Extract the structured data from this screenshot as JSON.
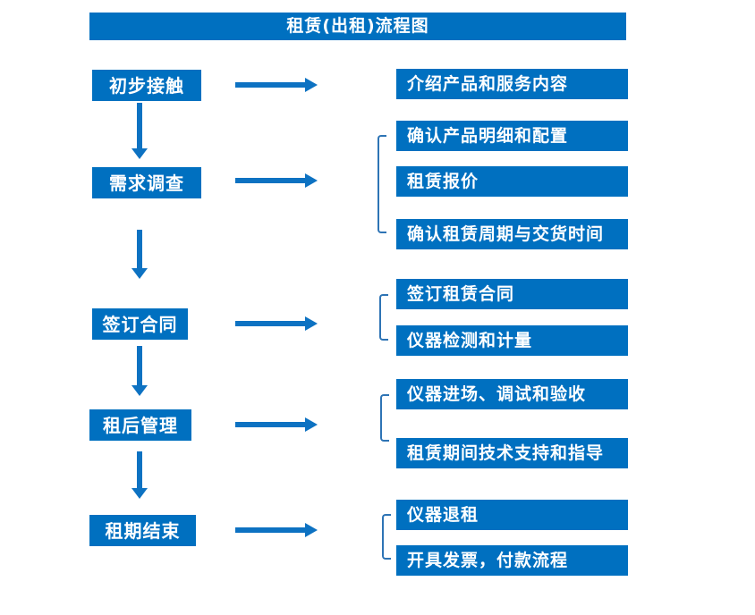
{
  "title": "租赁(出租)流程图",
  "colors": {
    "box_blue": "#0070C0",
    "arrow_blue": "#0d72c2",
    "bracket_blue": "#2e74b5",
    "text_white": "#ffffff"
  },
  "steps": [
    {
      "label": "初步接触",
      "details": [
        "介绍产品和服务内容"
      ]
    },
    {
      "label": "需求调查",
      "details": [
        "确认产品明细和配置",
        "租赁报价",
        "确认租赁周期与交货时间"
      ]
    },
    {
      "label": "签订合同",
      "details": [
        "签订租赁合同",
        "仪器检测和计量"
      ]
    },
    {
      "label": "租后管理",
      "details": [
        "仪器进场、调试和验收",
        "租赁期间技术支持和指导"
      ]
    },
    {
      "label": "租期结束",
      "details": [
        "仪器退租",
        "开具发票，付款流程"
      ]
    }
  ]
}
